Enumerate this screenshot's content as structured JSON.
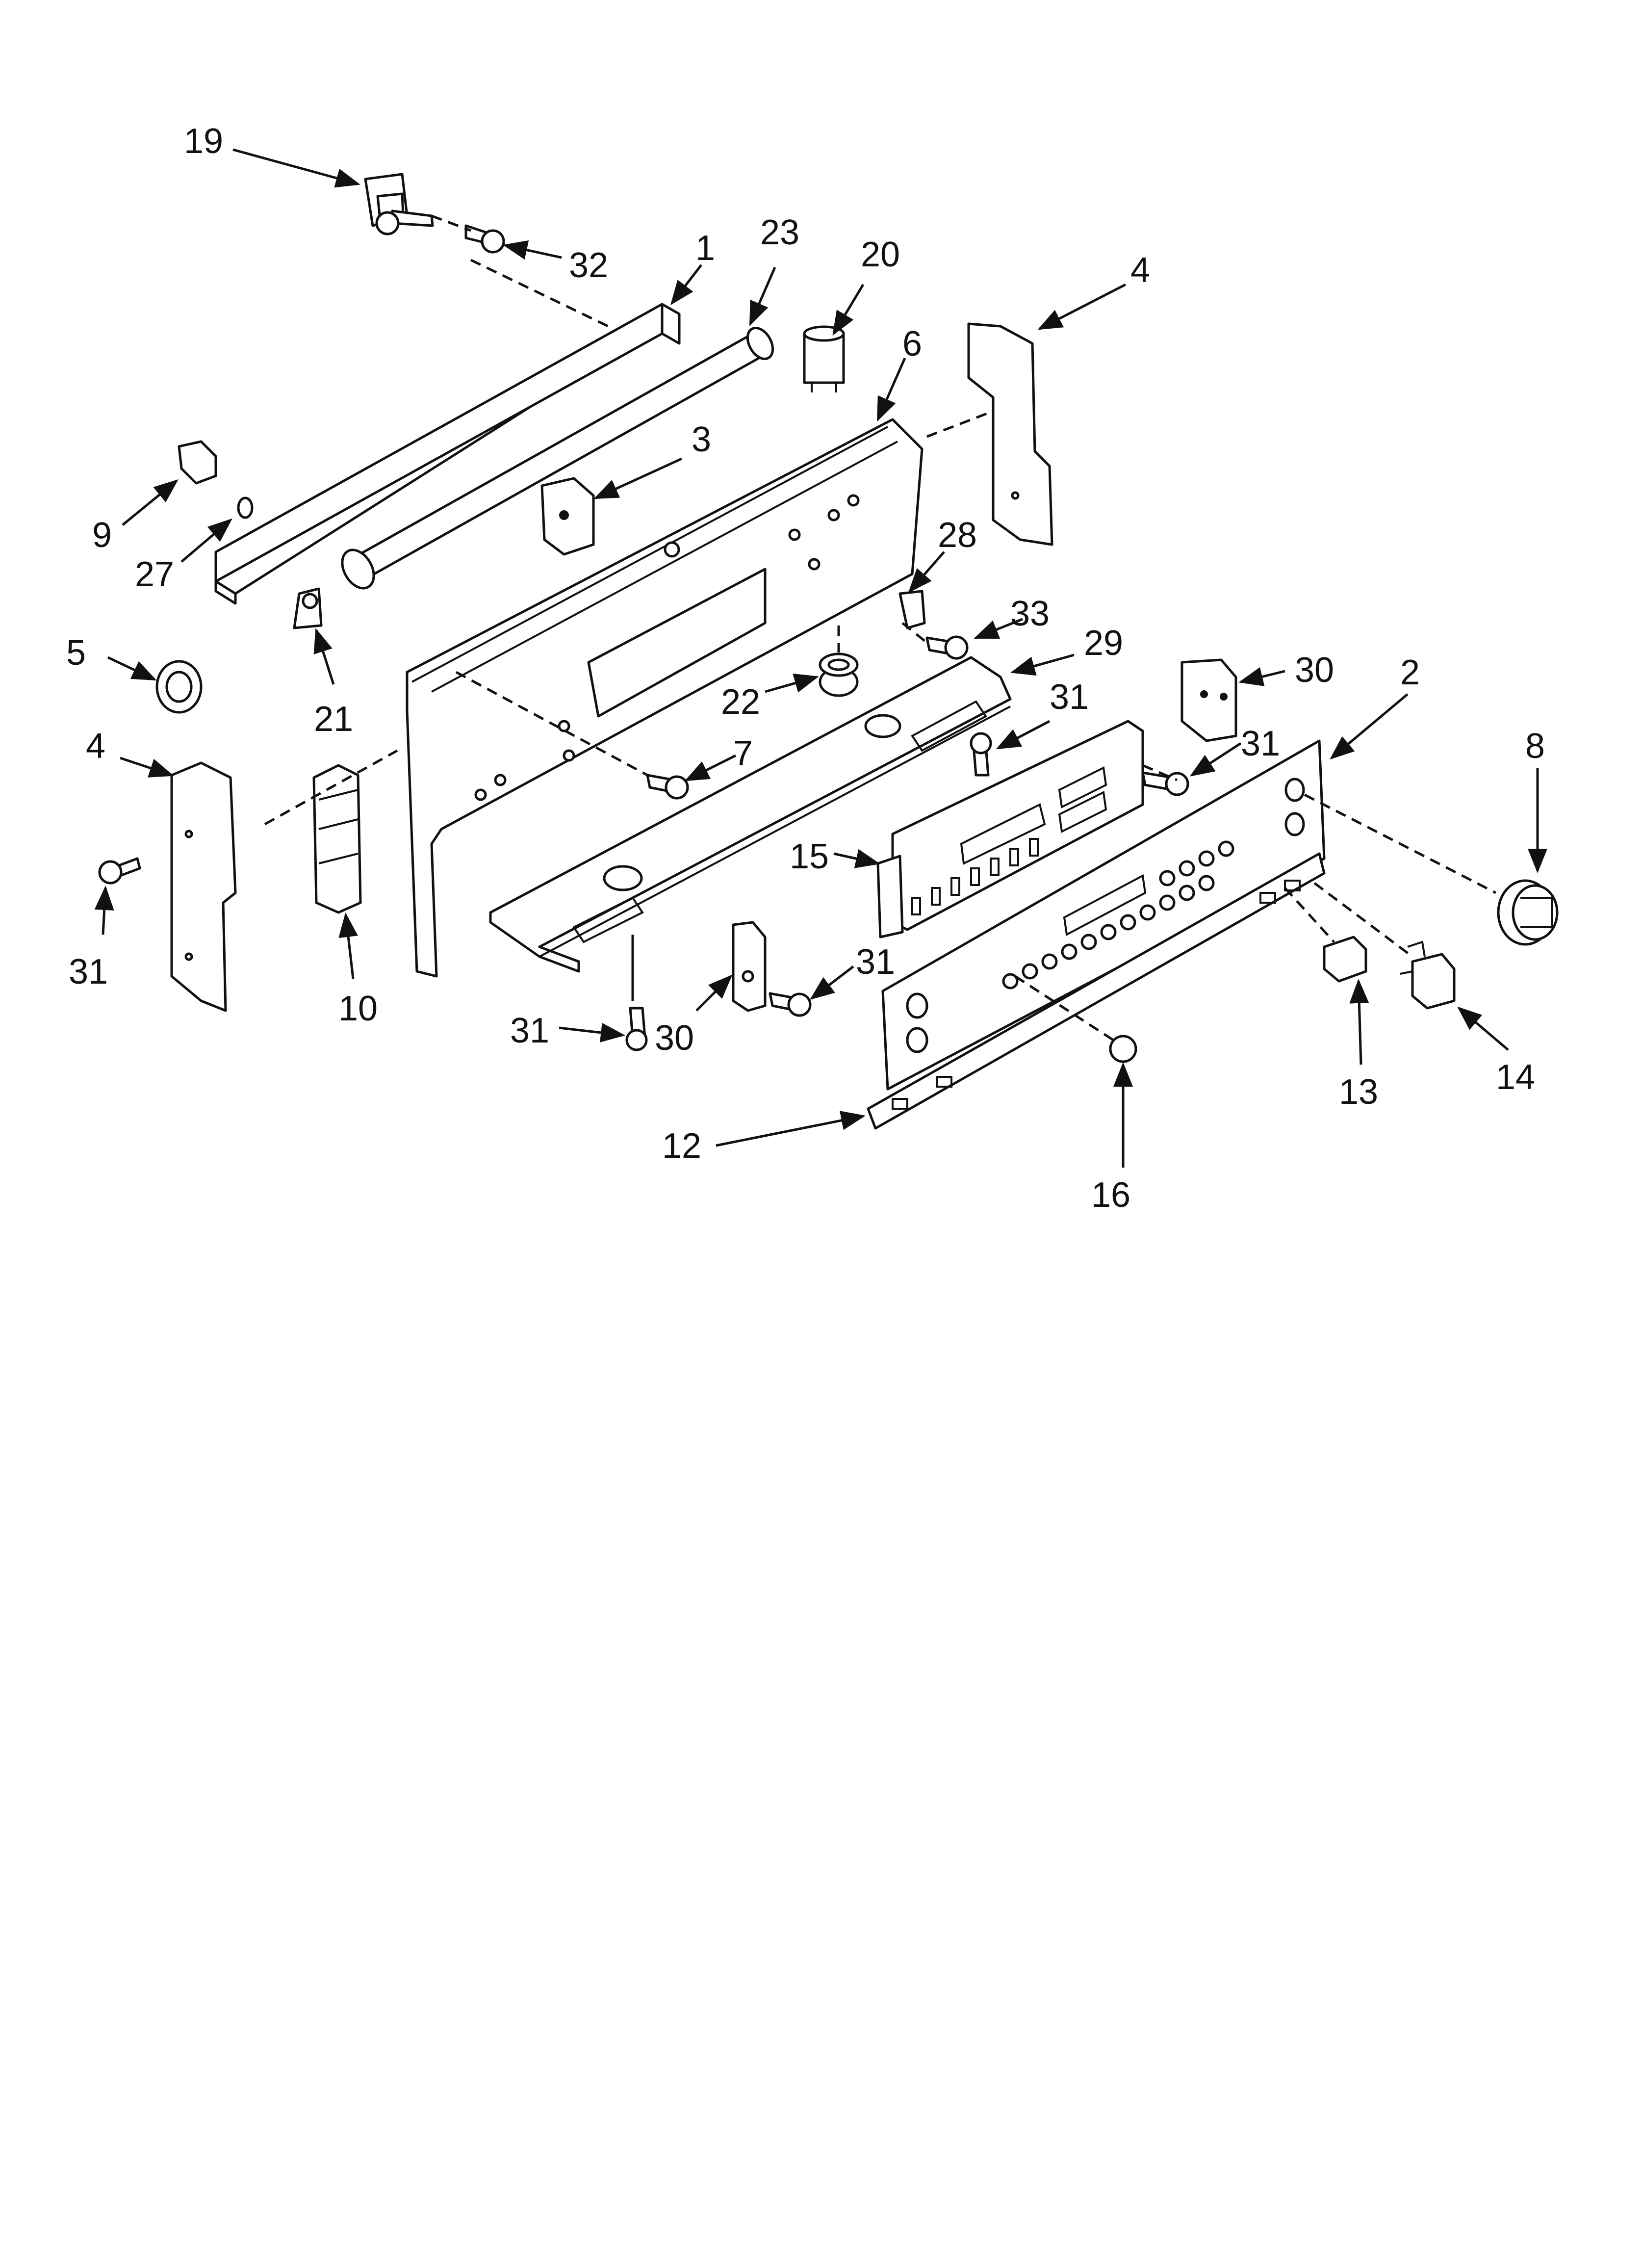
{
  "diagram": {
    "callouts": {
      "c19": "19",
      "c32": "32",
      "c1": "1",
      "c23": "23",
      "c20": "20",
      "c4a": "4",
      "c6": "6",
      "c3": "3",
      "c9": "9",
      "c27": "27",
      "c28": "28",
      "c33": "33",
      "c29": "29",
      "c5": "5",
      "c21": "21",
      "c22": "22",
      "c30a": "30",
      "c2": "2",
      "c31a": "31",
      "c31b": "31",
      "c7": "7",
      "c4b": "4",
      "c8": "8",
      "c15": "15",
      "c31c": "31",
      "c10": "10",
      "c31d": "31",
      "c30b": "30",
      "c31e": "31",
      "c13": "13",
      "c14": "14",
      "c12": "12",
      "c16": "16"
    }
  }
}
